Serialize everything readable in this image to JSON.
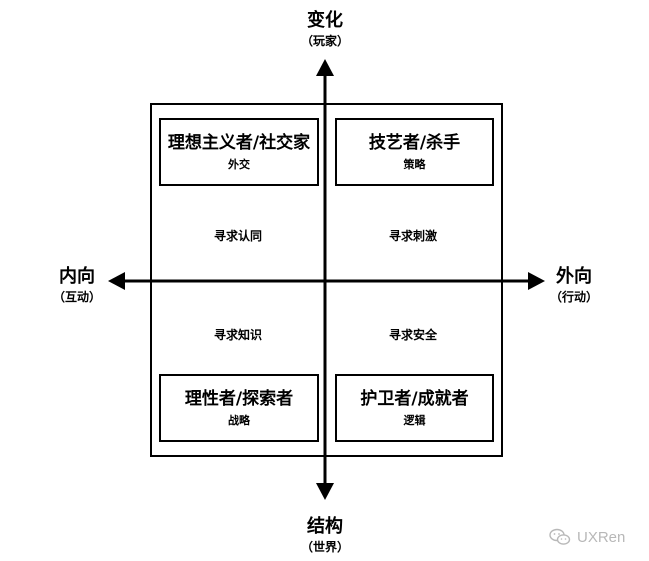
{
  "axes": {
    "top": {
      "label": "变化",
      "sub": "（玩家）"
    },
    "bottom": {
      "label": "结构",
      "sub": "（世界）"
    },
    "left": {
      "label": "内向",
      "sub": "（互动）"
    },
    "right": {
      "label": "外向",
      "sub": "（行动）"
    }
  },
  "quadrants": {
    "top_left": {
      "title": "理想主义者/社交家",
      "sub": "外交",
      "desc": "寻求认同"
    },
    "top_right": {
      "title": "技艺者/杀手",
      "sub": "策略",
      "desc": "寻求刺激"
    },
    "bottom_left": {
      "title": "理性者/探索者",
      "sub": "战略",
      "desc": "寻求知识"
    },
    "bottom_right": {
      "title": "护卫者/成就者",
      "sub": "逻辑",
      "desc": "寻求安全"
    }
  },
  "watermark": {
    "text": "UXRen",
    "icon": "wechat-icon"
  }
}
